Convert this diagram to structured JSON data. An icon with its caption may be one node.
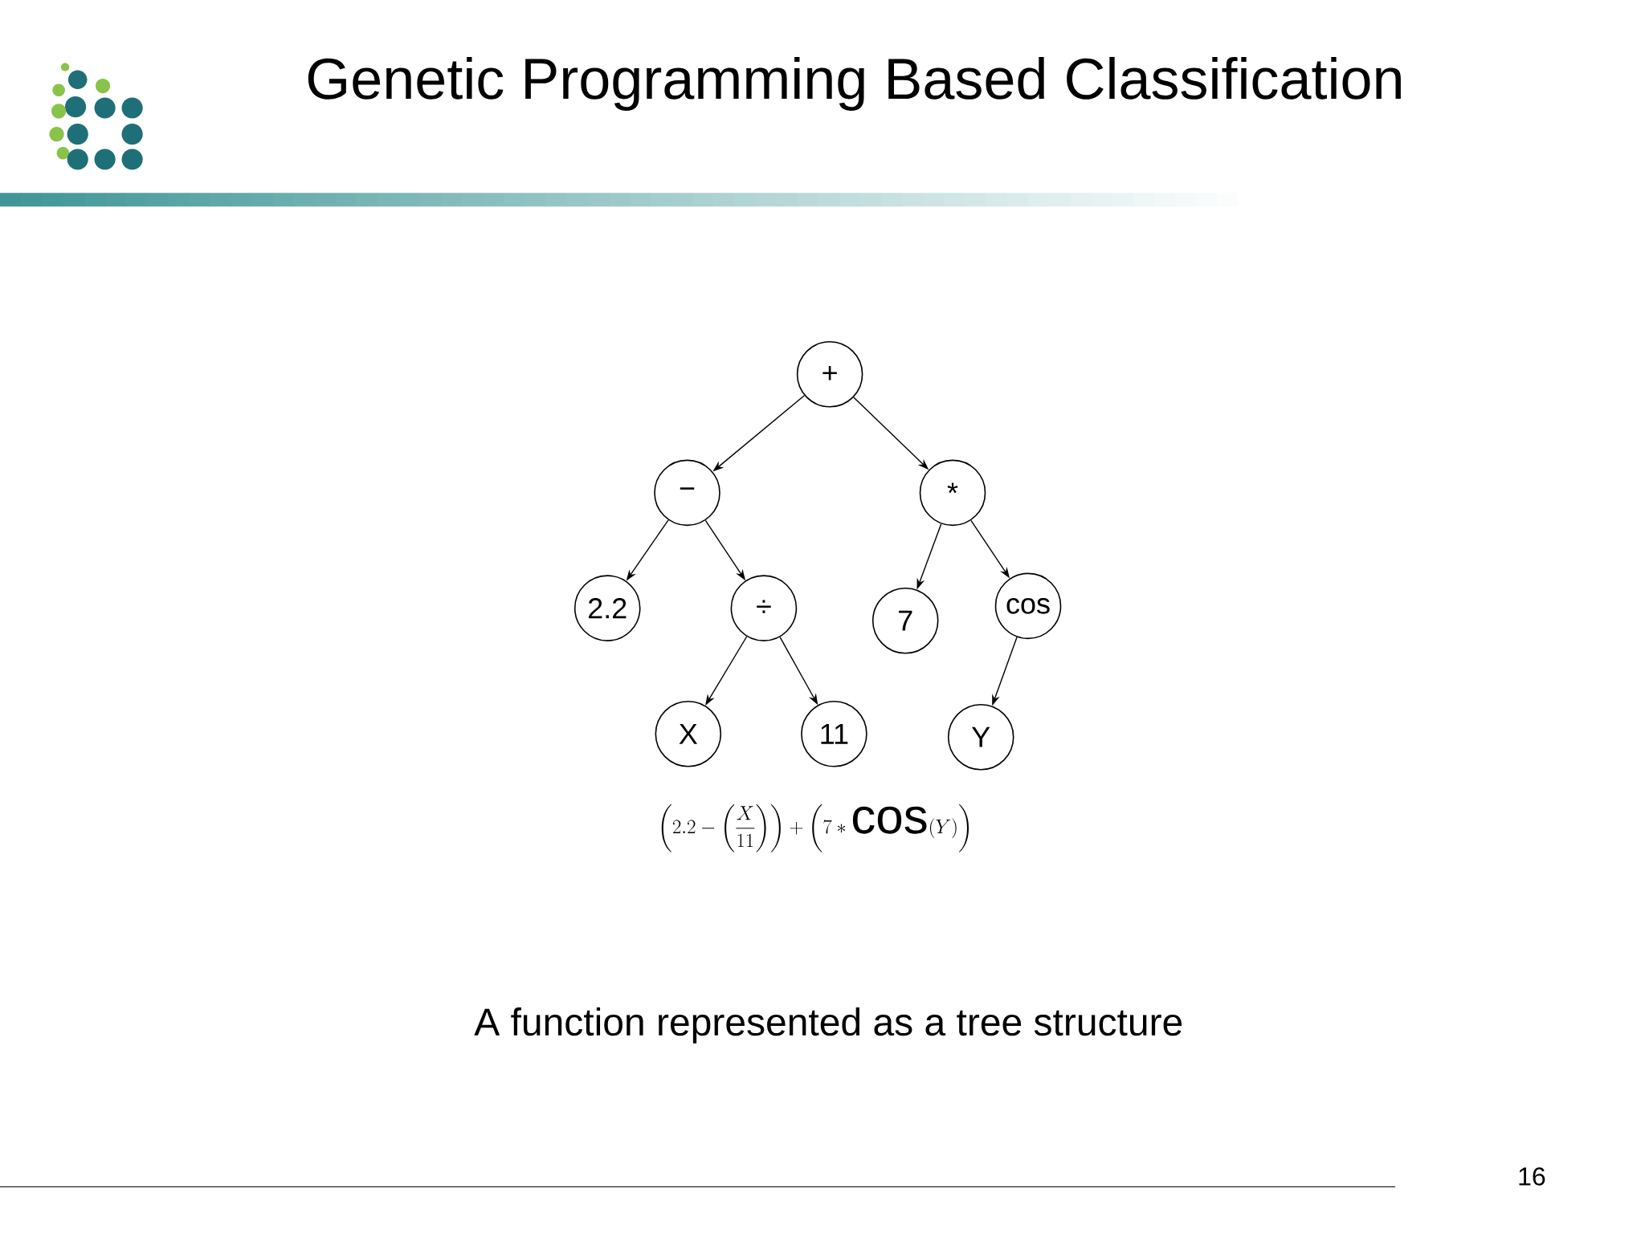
{
  "diagram": {
    "title": "Genetic Programming Based Classification",
    "caption": "A function represented as a tree structure",
    "nodes": [
      {
        "text": [
          "+"
        ]
      },
      {
        "text": [
          "−"
        ]
      },
      {
        "text": [
          "*"
        ]
      },
      {
        "text": [
          "2.2"
        ]
      },
      {
        "text": [
          "÷"
        ]
      },
      {
        "text": [
          "7"
        ]
      },
      {
        "text": [
          "cos"
        ]
      },
      {
        "text": [
          "X"
        ]
      },
      {
        "text": [
          "11"
        ]
      },
      {
        "text": [
          "Y"
        ]
      }
    ],
    "edges": [
      {
        "from": 0,
        "to": 1,
        "arrow": "to"
      },
      {
        "from": 0,
        "to": 2,
        "arrow": "to"
      },
      {
        "from": 1,
        "to": 3,
        "arrow": "to"
      },
      {
        "from": 1,
        "to": 4,
        "arrow": "to"
      },
      {
        "from": 2,
        "to": 5,
        "arrow": "to"
      },
      {
        "from": 2,
        "to": 6,
        "arrow": "to"
      },
      {
        "from": 4,
        "to": 7,
        "arrow": "to"
      },
      {
        "from": 4,
        "to": 8,
        "arrow": "to"
      },
      {
        "from": 6,
        "to": 9,
        "arrow": "to"
      }
    ],
    "labels": [
      "\\left(2.2-\\left(\\frac{X}{11}\\right)\\right)+\\left(7*\\cos(Y)\\right)",
      "16"
    ]
  }
}
